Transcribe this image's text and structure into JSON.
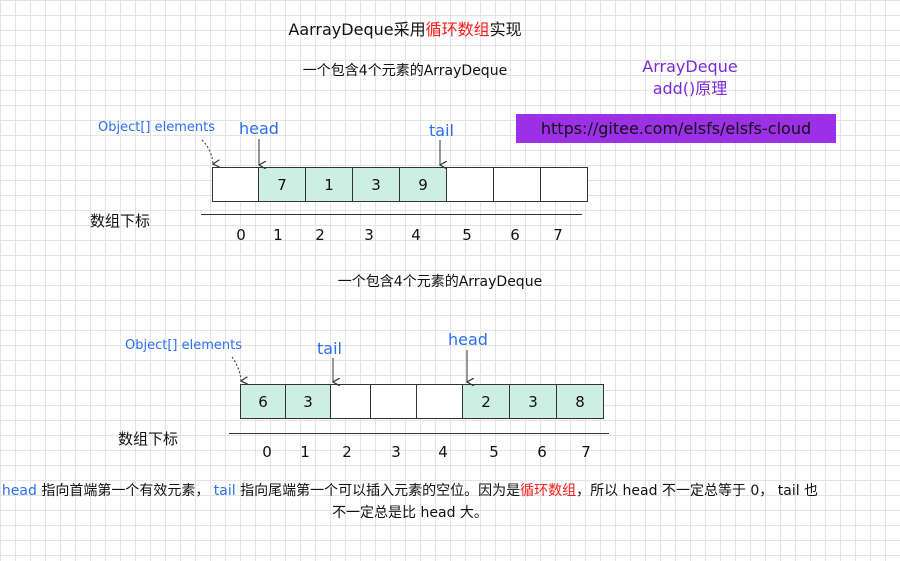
{
  "title": {
    "prefix": "AarrayDeque采用",
    "highlight": "循环数组",
    "suffix": "实现"
  },
  "side_title": {
    "line1": "ArrayDeque",
    "line2": "add()原理"
  },
  "link_badge": "https://gitee.com/elsfs/elsfs-cloud",
  "diagram1": {
    "subtitle": "一个包含4个元素的ArrayDeque",
    "elements_label": "Object[] elements",
    "head_label": "head",
    "tail_label": "tail",
    "cells": [
      "",
      "7",
      "1",
      "3",
      "9",
      "",
      "",
      ""
    ],
    "filled": [
      false,
      true,
      true,
      true,
      true,
      false,
      false,
      false
    ],
    "index_label": "数组下标",
    "indices": [
      "0",
      "1",
      "2",
      "3",
      "4",
      "5",
      "6",
      "7"
    ]
  },
  "diagram2": {
    "subtitle": "一个包含4个元素的ArrayDeque",
    "elements_label": "Object[] elements",
    "head_label": "head",
    "tail_label": "tail",
    "cells": [
      "6",
      "3",
      "",
      "",
      "",
      "2",
      "3",
      "8"
    ],
    "filled": [
      true,
      true,
      false,
      false,
      false,
      true,
      true,
      true
    ],
    "index_label": "数组下标",
    "indices": [
      "0",
      "1",
      "2",
      "3",
      "4",
      "5",
      "6",
      "7"
    ]
  },
  "note": {
    "w1": "head",
    "t1": " 指向首端第一个有效元素， ",
    "w2": "tail",
    "t2": " 指向尾端第一个可以插入元素的空位。因为是",
    "hl": "循环数组",
    "t3": "，所以 head 不一定总等于 0， tail 也不一定总是比 head 大。"
  },
  "colors": {
    "accent_blue": "#2a6ff0",
    "highlight_red": "#ff1a1a",
    "purple": "#9b30e6",
    "cell_fill": "#cdeee3"
  }
}
